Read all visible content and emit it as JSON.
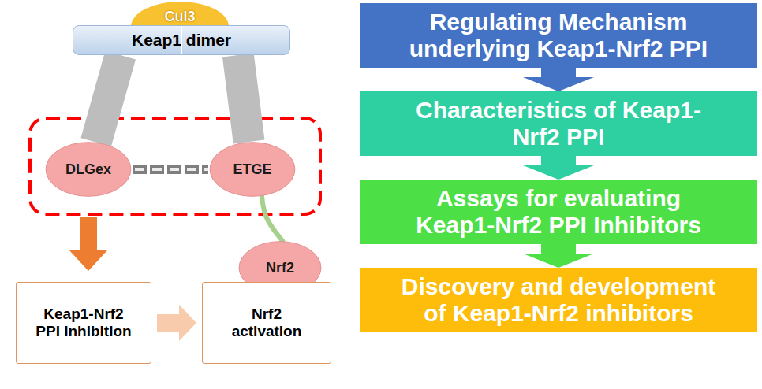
{
  "diagram": {
    "nodes": [
      {
        "text": [
          "Cul3"
        ]
      },
      {
        "text": [
          "Keap1 dimer"
        ]
      },
      {
        "text": [
          "DLGex"
        ]
      },
      {
        "text": [
          "ETGE"
        ]
      },
      {
        "text": [
          "Nrf2"
        ]
      },
      {
        "text": [
          "Keap1-Nrf2 PPI Inhibition"
        ]
      },
      {
        "text": [
          "Nrf2 activation"
        ]
      },
      {
        "text": [
          "Regulating Mechanism underlying Keap1-Nrf2 PPI"
        ]
      },
      {
        "text": [
          "Characteristics of Keap1-Nrf2 PPI"
        ]
      },
      {
        "text": [
          "Assays for evaluating Keap1-Nrf2 PPI Inhibitors"
        ]
      },
      {
        "text": [
          "Discovery and development of Keap1-Nrf2 inhibitors"
        ]
      }
    ],
    "edges": [
      {
        "from": 1,
        "to": 2,
        "arrow": "none"
      },
      {
        "from": 1,
        "to": 3,
        "arrow": "none"
      },
      {
        "from": 2,
        "to": 3,
        "arrow": "none"
      },
      {
        "from": 3,
        "to": 4,
        "arrow": "none"
      },
      {
        "from": 5,
        "to": 6,
        "arrow": "to"
      },
      {
        "from": 7,
        "to": 8,
        "arrow": "to"
      },
      {
        "from": 8,
        "to": 9,
        "arrow": "to"
      },
      {
        "from": 9,
        "to": 10,
        "arrow": "to"
      }
    ]
  }
}
